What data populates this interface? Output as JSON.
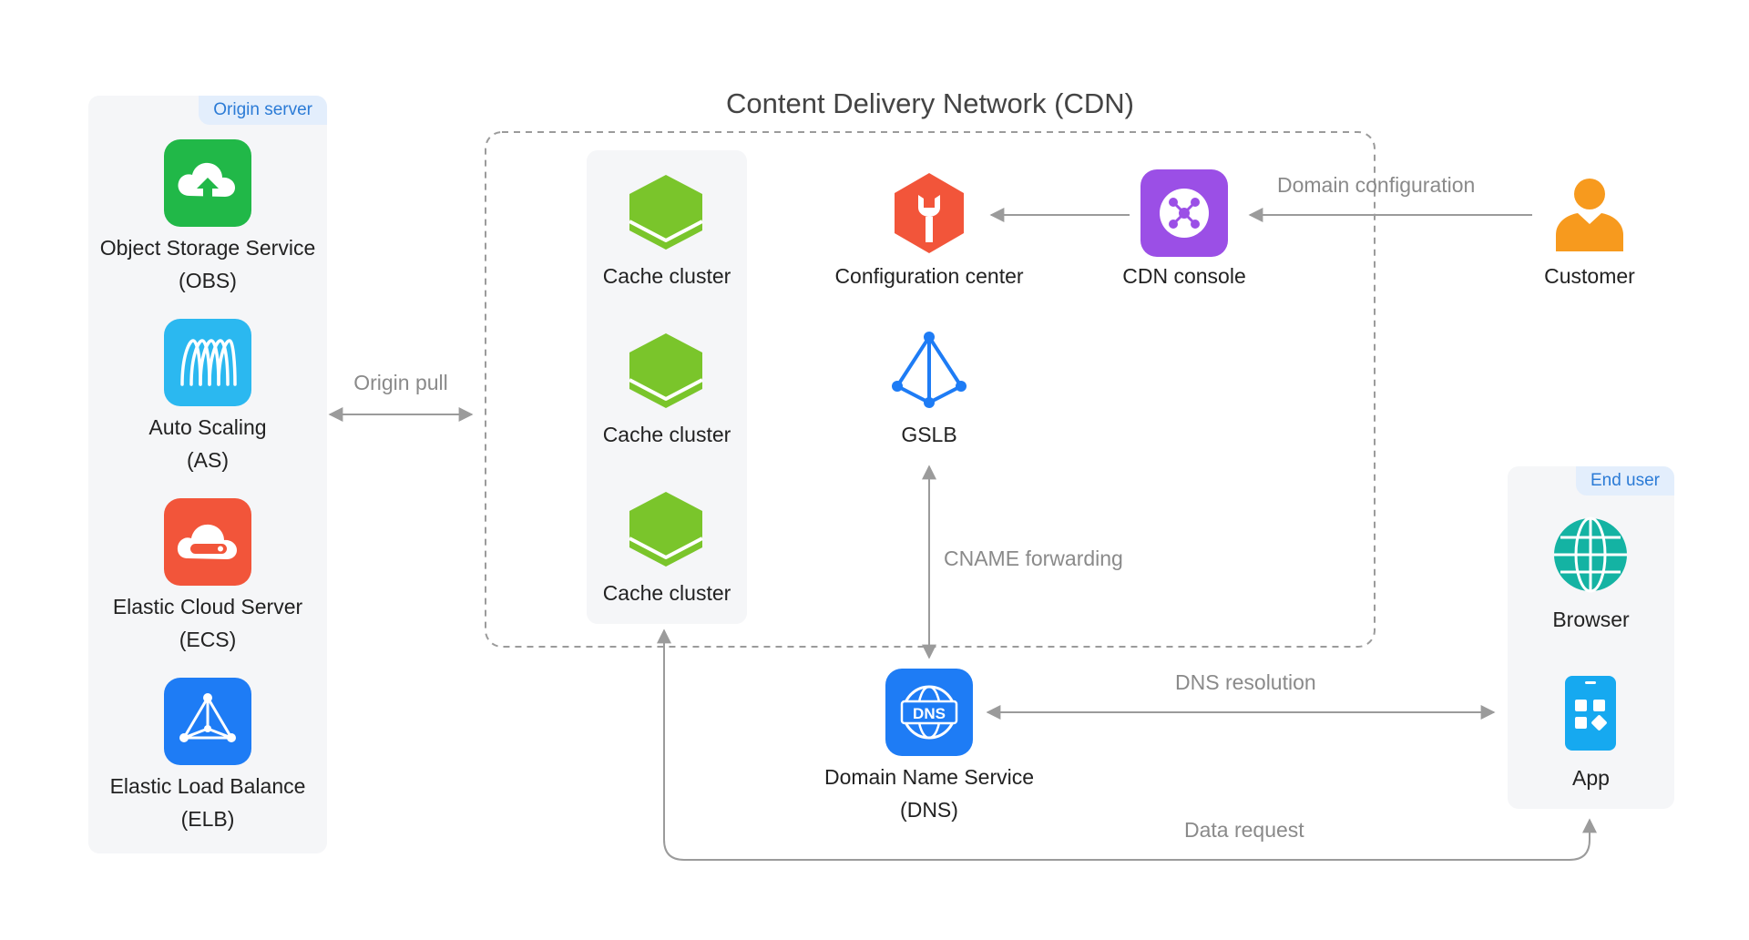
{
  "title": "Content Delivery Network (CDN)",
  "origin": {
    "tag": "Origin server",
    "items": [
      {
        "line1": "Object Storage Service",
        "line2": "(OBS)",
        "icon": "cloud-upload-icon",
        "color": "#21b848"
      },
      {
        "line1": "Auto Scaling",
        "line2": "(AS)",
        "icon": "auto-scaling-icon",
        "color": "#2bb8f0"
      },
      {
        "line1": "Elastic Cloud Server",
        "line2": "(ECS)",
        "icon": "cloud-server-icon",
        "color": "#f2553a"
      },
      {
        "line1": "Elastic Load Balance",
        "line2": "(ELB)",
        "icon": "load-balancer-icon",
        "color": "#1e7cf5"
      }
    ]
  },
  "cache": {
    "items": [
      {
        "label": "Cache cluster",
        "color": "#7ac52b"
      },
      {
        "label": "Cache cluster",
        "color": "#7ac52b"
      },
      {
        "label": "Cache cluster",
        "color": "#7ac52b"
      }
    ]
  },
  "config_center": {
    "label": "Configuration center",
    "color": "#f2553a"
  },
  "cdn_console": {
    "label": "CDN console",
    "color": "#9b4fe6"
  },
  "gslb": {
    "label": "GSLB",
    "color": "#1e7cf5"
  },
  "customer": {
    "label": "Customer",
    "color": "#f79a1e"
  },
  "dns": {
    "line1": "Domain Name Service",
    "line2": "(DNS)",
    "badge": "DNS",
    "color": "#1e7cf5"
  },
  "end_user": {
    "tag": "End user",
    "browser": {
      "label": "Browser",
      "color": "#14b3a3"
    },
    "app": {
      "label": "App",
      "color": "#16a9f0"
    }
  },
  "flows": {
    "origin_pull": "Origin pull",
    "domain_configuration": "Domain configuration",
    "cname_forwarding": "CNAME forwarding",
    "dns_resolution": "DNS resolution",
    "data_request": "Data request"
  },
  "colors": {
    "arrow": "#9b9b9b",
    "panel": "#f5f6f8",
    "tag_bg": "#e3eefc",
    "tag_text": "#2b7bd6"
  }
}
